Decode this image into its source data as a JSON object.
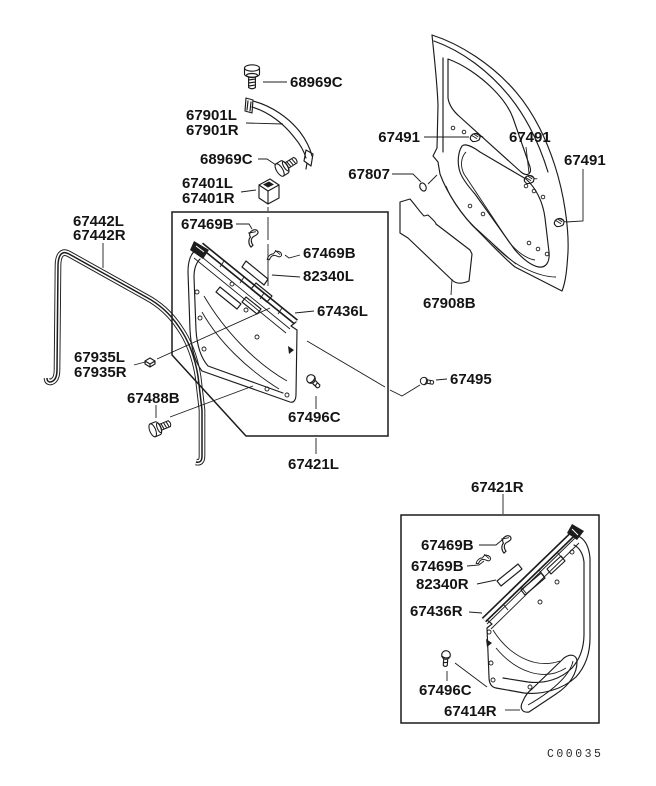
{
  "diagram": {
    "type": "parts-exploded-diagram",
    "drawing_code": "C00035",
    "colors": {
      "background": "#ffffff",
      "line": "#1c1c1c",
      "text": "#141414"
    },
    "labels": {
      "p68969c_top": "68969C",
      "p67901l": "67901L",
      "p67901r": "67901R",
      "p68969c_mid": "68969C",
      "p67401l": "67401L",
      "p67401r": "67401R",
      "p67442l": "67442L",
      "p67442r": "67442R",
      "p67469b_1": "67469B",
      "p67469b_2": "67469B",
      "p82340l": "82340L",
      "p67436l": "67436L",
      "p67935l": "67935L",
      "p67935r": "67935R",
      "p67488b": "67488B",
      "p67496c_l": "67496C",
      "p67421l": "67421L",
      "p67491_1": "67491",
      "p67491_2": "67491",
      "p67491_3": "67491",
      "p67807": "67807",
      "p67908b": "67908B",
      "p67495": "67495",
      "p67421r": "67421R",
      "p67469b_3": "67469B",
      "p67469b_4": "67469B",
      "p82340r": "82340R",
      "p67436r": "67436R",
      "p67496c_r": "67496C",
      "p67414r": "67414R"
    }
  }
}
